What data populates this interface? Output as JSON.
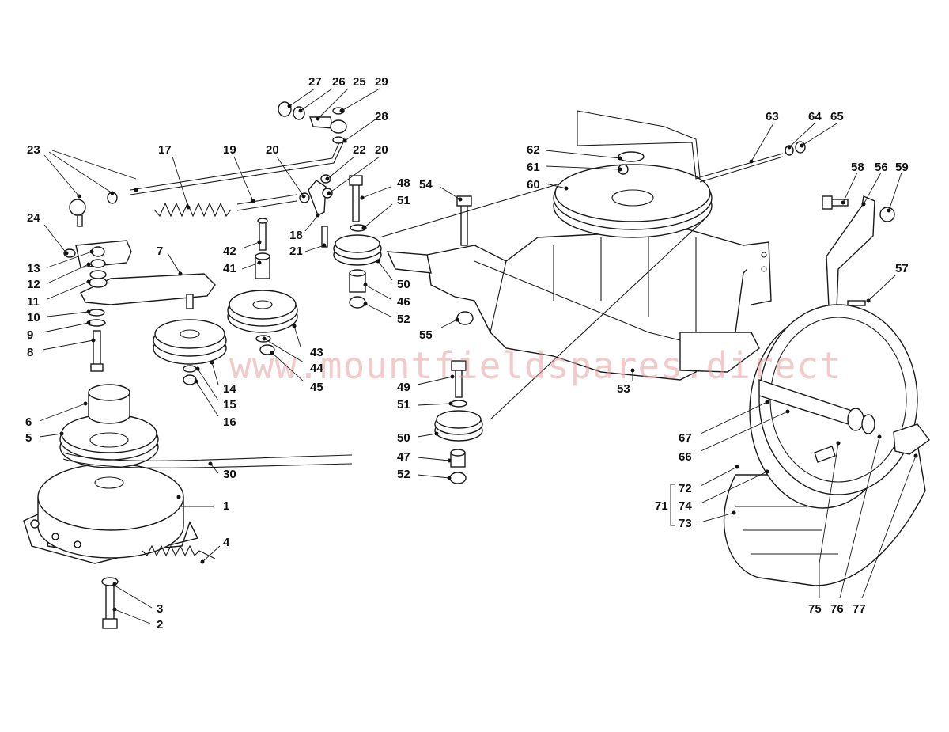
{
  "watermark": "www.mountfieldspares.direct",
  "labels": {
    "l1": "1",
    "l2": "2",
    "l3": "3",
    "l4": "4",
    "l5": "5",
    "l6": "6",
    "l7": "7",
    "l8": "8",
    "l9": "9",
    "l10": "10",
    "l11": "11",
    "l12": "12",
    "l13": "13",
    "l14": "14",
    "l15": "15",
    "l16": "16",
    "l17": "17",
    "l18": "18",
    "l19": "19",
    "l20a": "20",
    "l20b": "20",
    "l21": "21",
    "l22": "22",
    "l23": "23",
    "l24": "24",
    "l25": "25",
    "l26": "26",
    "l27": "27",
    "l28": "28",
    "l29": "29",
    "l30": "30",
    "l41": "41",
    "l42": "42",
    "l43": "43",
    "l44": "44",
    "l45": "45",
    "l46": "46",
    "l47": "47",
    "l48": "48",
    "l49": "49",
    "l50a": "50",
    "l50b": "50",
    "l51a": "51",
    "l51b": "51",
    "l52a": "52",
    "l52b": "52",
    "l53": "53",
    "l54": "54",
    "l55": "55",
    "l56": "56",
    "l57": "57",
    "l58": "58",
    "l59": "59",
    "l60": "60",
    "l61": "61",
    "l62": "62",
    "l63": "63",
    "l64": "64",
    "l65": "65",
    "l66": "66",
    "l67": "67",
    "l71": "71",
    "l72": "72",
    "l73": "73",
    "l74": "74",
    "l75": "75",
    "l76": "76",
    "l77": "77"
  }
}
